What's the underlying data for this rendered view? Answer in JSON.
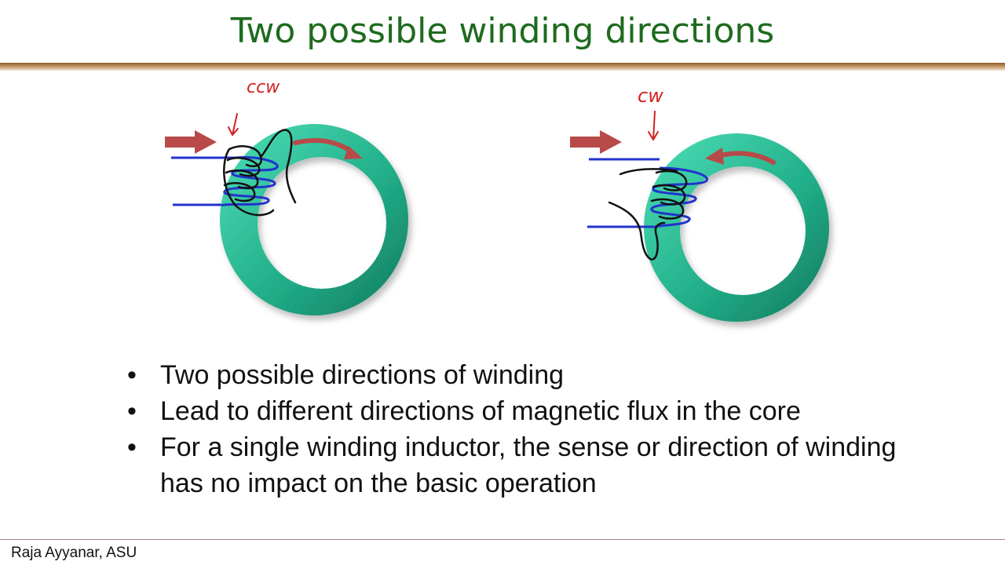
{
  "slide": {
    "title": "Two possible winding directions",
    "figure": {
      "left_label": "ccw",
      "right_label": "cw",
      "core_color": "#2fbf98",
      "arrow_color": "#b84a4a",
      "wire_color": "#2233cc",
      "ink_color": "#d22222"
    },
    "bullets": [
      "Two possible directions of winding",
      "Lead to different directions of magnetic flux in the core",
      "For a single winding inductor, the sense or direction of winding has no impact on the basic operation"
    ],
    "footer": "Raja Ayyanar, ASU"
  }
}
